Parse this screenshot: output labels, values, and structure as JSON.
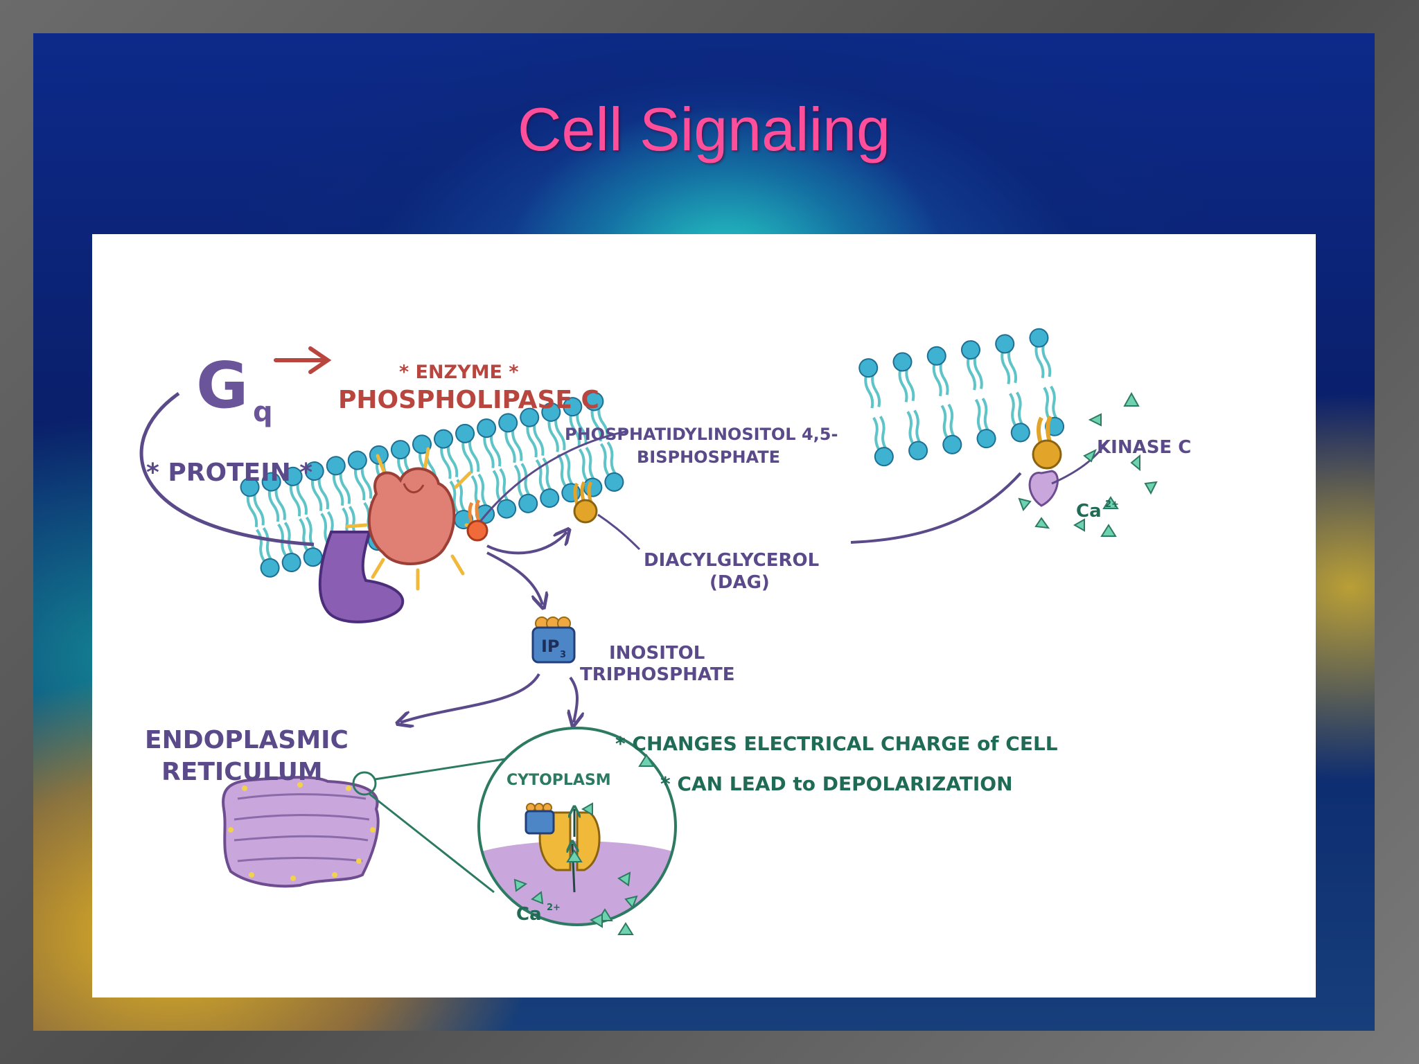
{
  "slide": {
    "title": "Cell Signaling"
  },
  "diagram": {
    "g_letter": "G",
    "g_subscript": "q",
    "protein_label": "* PROTEIN *",
    "enzyme_label": "* ENZYME *",
    "phospholipase_label": "PHOSPHOLIPASE C",
    "pip2_line1": "PHOSPHATIDYLINOSITOL 4,5-",
    "pip2_line2": "BISPHOSPHATE",
    "dag_line1": "DIACYLGLYCEROL",
    "dag_line2": "(DAG)",
    "kinase_label": "KINASE C",
    "ca_label_right": "Ca",
    "ca_sup_right": "2+",
    "ip3_box": "IP",
    "ip3_sub": "3",
    "inositol_line1": "INOSITOL",
    "inositol_line2": "TRIPHOSPHATE",
    "er_line1": "ENDOPLASMIC",
    "er_line2": "RETICULUM",
    "cytoplasm_label": "CYTOPLASM",
    "ca_label_zoom": "Ca",
    "ca_sup_zoom": "2+",
    "note1": "* CHANGES ELECTRICAL CHARGE of CELL",
    "note2": "* CAN LEAD to DEPOLARIZATION",
    "colors": {
      "title": "#ff4f9a",
      "purple_text": "#5b4a8a",
      "red_text": "#b8463e",
      "green_text": "#1f6b55",
      "lipid_head": "#3fb1d1",
      "lipid_tail": "#5fc4c7",
      "enzyme": "#e07f73",
      "gprotein": "#8a5fb3",
      "dag": "#e2a52a",
      "ca_triangle": "#46b89a"
    }
  }
}
